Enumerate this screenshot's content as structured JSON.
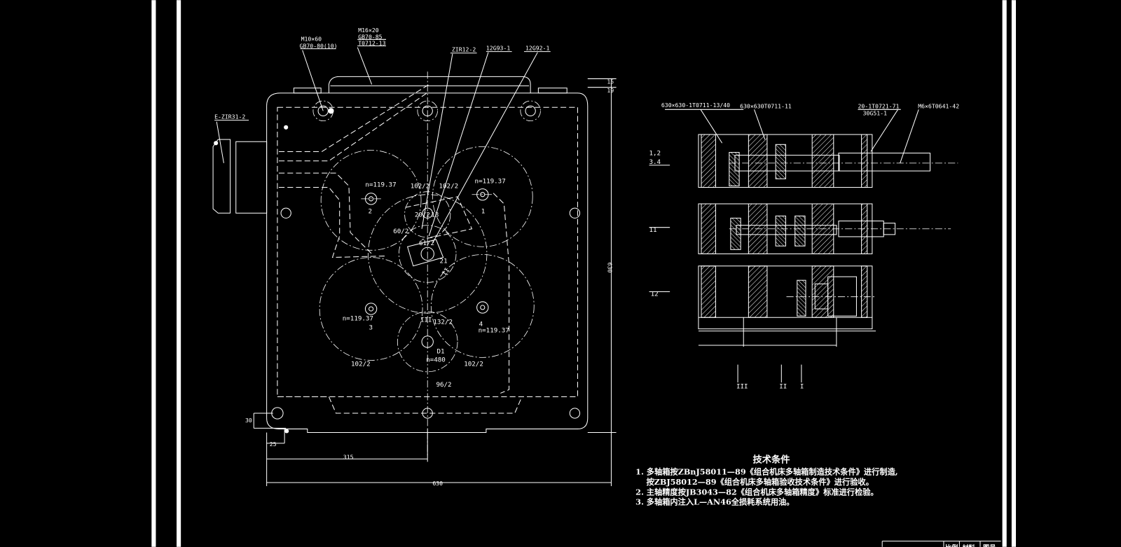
{
  "drawing": {
    "callouts": {
      "bolt_m10": "M10×60",
      "bolt_m10_std": "GB70-80(10)",
      "bolt_m16": "M16×20",
      "bolt_m16_std": "GB70-85",
      "cover_part": "T0712-13",
      "pump_part": "ZIR12-2",
      "gear_part_1": "12G93-1",
      "gear_part_2": "12G92-1",
      "handle_part": "E-ZIR31-2"
    },
    "gear_labels": {
      "spindle_1_speed": "n=119.37",
      "spindle_1": "1",
      "spindle_2_speed": "n=119.37",
      "spindle_2": "2",
      "spindle_3_speed": "n=119.37",
      "spindle_3": "3",
      "spindle_4_speed": "n=119.37",
      "spindle_4": "4",
      "gear_102_a": "102/2",
      "gear_102_b": "102/2",
      "gear_102_c": "102/2",
      "gear_102_d": "102/2",
      "gear_20": "20/2",
      "shaft_13": "13",
      "gear_60": "60/2",
      "gear_61": "61/2",
      "shaft_21": "21",
      "shaft_II": "II",
      "shaft_III": "III",
      "gear_132": "132/2",
      "drive_D1": "D1",
      "drive_speed": "n=480",
      "gear_96": "96/2"
    },
    "dimensions": {
      "top_15": "15",
      "top_19": "19",
      "height_630": "630",
      "left_30": "30",
      "left_25": "25",
      "half_width_315": "315",
      "width_630": "630"
    },
    "section_callouts": {
      "housing": "630×630-1T0711-13/40",
      "plate": "630×630T0711-11",
      "spindle": "20-1T0721-71",
      "spindle_sub": "30G51-1",
      "screw": "M6×6T0641-42"
    },
    "section_labels": {
      "row1_a": "1,2",
      "row1_b": "3.4",
      "row2": "11",
      "row3": "12",
      "axis_III": "III",
      "axis_II": "II",
      "axis_I": "I"
    },
    "tech_notes": {
      "title": "技术条件",
      "line1": "1. 多轴箱按ZBnJ58011—89《组合机床多轴箱制造技术条件》进行制造,",
      "line1b": "按ZBJ58012—89《组合机床多轴箱验收技术条件》进行验收。",
      "line2": "2. 主轴精度按JB3043—82《组合机床多轴箱精度》标准进行检验。",
      "line3": "3. 多轴箱内注入L—AN46全损耗系统用油。"
    },
    "title_block": {
      "cell1": "比例",
      "cell2": "材料",
      "cell3": "图号"
    }
  }
}
